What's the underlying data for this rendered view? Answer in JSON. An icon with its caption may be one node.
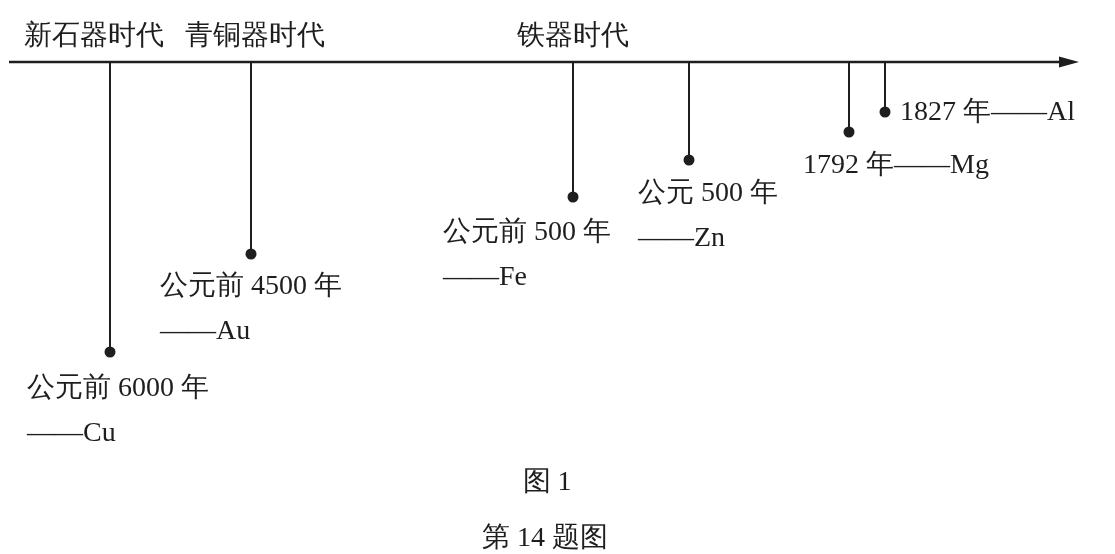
{
  "diagram": {
    "caption": "第 14 题图",
    "nodes": [
      {
        "text": [
          "公元前 6000 年——Cu"
        ]
      },
      {
        "text": [
          "公元前 4500 年——Au"
        ]
      },
      {
        "text": [
          "公元前 500 年——Fe"
        ]
      },
      {
        "text": [
          "公元 500 年——Zn"
        ]
      },
      {
        "text": [
          "1792 年——Mg"
        ]
      },
      {
        "text": [
          "1827 年——Al"
        ]
      }
    ],
    "edges": [
      {
        "from": null,
        "to": 0,
        "arrow": "other"
      },
      {
        "from": null,
        "to": 1,
        "arrow": "other"
      },
      {
        "from": null,
        "to": 2,
        "arrow": "other"
      },
      {
        "from": null,
        "to": 3,
        "arrow": "other"
      },
      {
        "from": null,
        "to": 4,
        "arrow": "other"
      },
      {
        "from": null,
        "to": 5,
        "arrow": "other"
      }
    ],
    "labels": [
      "新石器时代",
      "青铜器时代",
      "铁器时代",
      "图 1"
    ]
  }
}
